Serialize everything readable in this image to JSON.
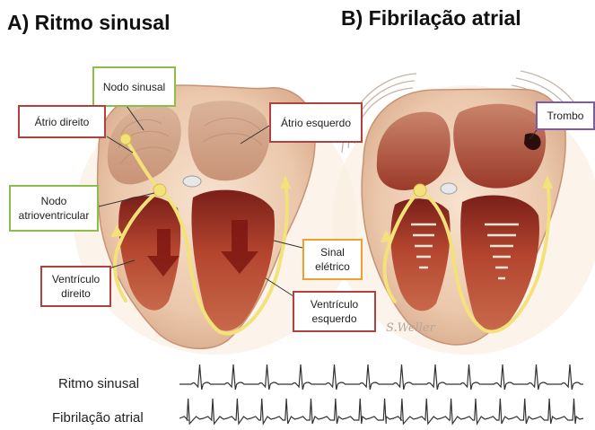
{
  "titles": {
    "a": "A) Ritmo sinusal",
    "b": "B) Fibrilação atrial"
  },
  "labels": {
    "nodo_sinusal": "Nodo sinusal",
    "atrio_direito": "Átrio direito",
    "atrio_esquerdo": "Átrio esquerdo",
    "nodo_av": "Nodo atrioventricular",
    "sinal_eletrico": "Sinal elétrico",
    "ventriculo_direito": "Ventrículo direito",
    "ventriculo_esquerdo": "Ventrículo esquerdo",
    "trombo": "Trombo"
  },
  "signature": "S.Weller",
  "ecg": {
    "sinus_label": "Ritmo sinusal",
    "af_label": "Fibrilação atrial",
    "sinus_beats": 12,
    "af_beats": 17
  },
  "colors": {
    "red_border": "#b0413e",
    "green_border": "#8cbf4a",
    "orange_border": "#f0a030",
    "purple_border": "#7a5ca8",
    "muscle": "#a8372c",
    "signal": "#f3e27a"
  }
}
